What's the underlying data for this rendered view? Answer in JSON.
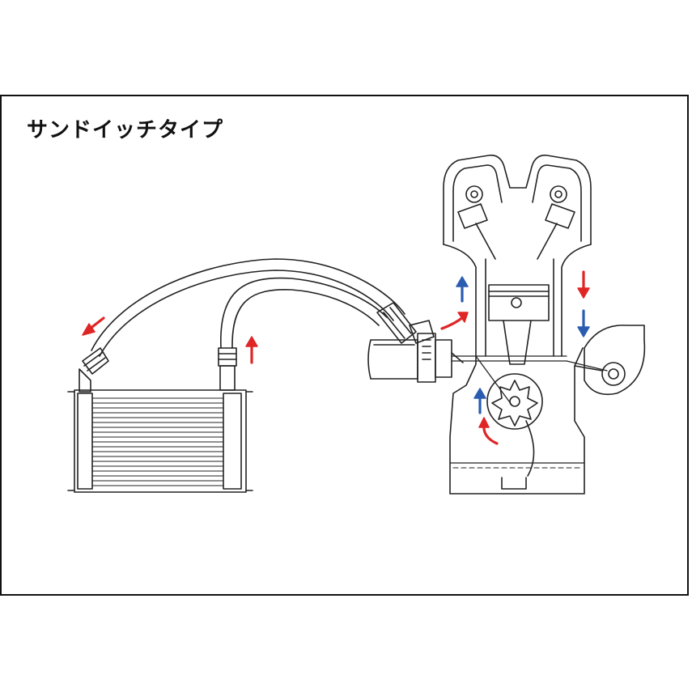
{
  "diagram": {
    "title": "サンドイッチタイプ",
    "colors": {
      "hot_arrow": "#e02525",
      "cold_arrow": "#2a5cb0",
      "line": "#222222",
      "background": "#ffffff"
    },
    "components": [
      "oil-cooler",
      "oil-hose",
      "sandwich-block",
      "oil-filter",
      "engine",
      "turbocharger",
      "oil-pump",
      "oil-pan"
    ]
  }
}
